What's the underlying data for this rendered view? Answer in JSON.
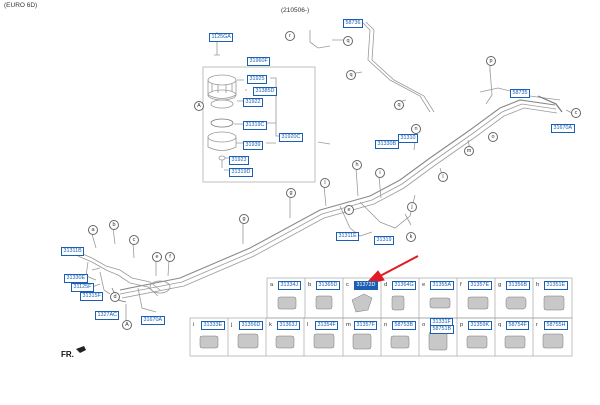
{
  "header": {
    "variant": "(EURO 6D)",
    "date_note": "(210506-)"
  },
  "orientation_label": "FR.",
  "highlight_color": "#1a5fb4",
  "arrow_color": "#e01b24",
  "main_refs": [
    {
      "id": "ref-1125ga",
      "text": "1125GA"
    },
    {
      "id": "ref-31960f",
      "text": "31960F"
    },
    {
      "id": "ref-31925",
      "text": "31925"
    },
    {
      "id": "ref-31385d",
      "text": "31385D"
    },
    {
      "id": "ref-31922",
      "text": "31922"
    },
    {
      "id": "ref-31319c",
      "text": "31319C"
    },
    {
      "id": "ref-31920c",
      "text": "31920C"
    },
    {
      "id": "ref-31939",
      "text": "31939"
    },
    {
      "id": "ref-31923",
      "text": "31923"
    },
    {
      "id": "ref-31319d",
      "text": "31319D"
    },
    {
      "id": "ref-58736",
      "text": "58736"
    },
    {
      "id": "ref-58735",
      "text": "58735"
    },
    {
      "id": "ref-31670a",
      "text": "31670A"
    },
    {
      "id": "ref-31330b",
      "text": "31330B"
    },
    {
      "id": "ref-31310",
      "text": "31310"
    },
    {
      "id": "ref-31311e",
      "text": "31311E"
    },
    {
      "id": "ref-31319",
      "text": "31319"
    },
    {
      "id": "ref-31311b",
      "text": "31311B"
    },
    {
      "id": "ref-31330e",
      "text": "31330E"
    },
    {
      "id": "ref-31125f",
      "text": "31125F"
    },
    {
      "id": "ref-31315f",
      "text": "31315F"
    },
    {
      "id": "ref-1327ac",
      "text": "1327AC"
    },
    {
      "id": "ref-31670",
      "text": "31670A"
    }
  ],
  "callouts": [
    "a",
    "b",
    "c",
    "d",
    "e",
    "f",
    "g",
    "h",
    "i",
    "j",
    "k",
    "l",
    "m",
    "n",
    "o",
    "p",
    "q",
    "r",
    "A"
  ],
  "table_top": [
    {
      "letter": "a",
      "code": "31334J"
    },
    {
      "letter": "b",
      "code": "31365D"
    },
    {
      "letter": "c",
      "code": "31372D"
    },
    {
      "letter": "d",
      "code": "31364G"
    },
    {
      "letter": "e",
      "code": "31355A"
    },
    {
      "letter": "f",
      "code": "31357E"
    },
    {
      "letter": "g",
      "code": "31356B"
    },
    {
      "letter": "h",
      "code": "31351E"
    }
  ],
  "table_bottom": [
    {
      "letter": "i",
      "code": "31333E"
    },
    {
      "letter": "j",
      "code": "31356D"
    },
    {
      "letter": "k",
      "code": "31363J"
    },
    {
      "letter": "l",
      "code": "31354F"
    },
    {
      "letter": "m",
      "code": "31357F"
    },
    {
      "letter": "n",
      "code": "58753B"
    },
    {
      "letter": "o",
      "code": "31331F",
      "code2": "58751B"
    },
    {
      "letter": "p",
      "code": "31359K"
    },
    {
      "letter": "q",
      "code": "58754F"
    },
    {
      "letter": "r",
      "code": "58755H"
    }
  ]
}
